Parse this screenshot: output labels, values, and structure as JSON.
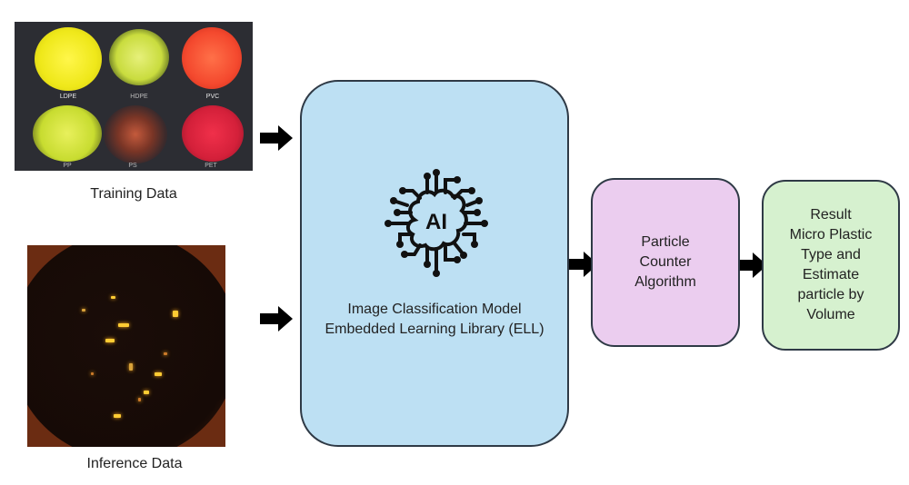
{
  "training": {
    "caption": "Training Data",
    "samples": [
      {
        "label": "LDPE",
        "color": "#f2ee1c"
      },
      {
        "label": "HDPE",
        "color": "#d9e85a"
      },
      {
        "label": "PVC",
        "color": "#ff5a3c"
      },
      {
        "label": "PP",
        "color": "#cfe53a"
      },
      {
        "label": "PS",
        "color": "#c0563a"
      },
      {
        "label": "PET",
        "color": "#e8283a"
      }
    ]
  },
  "inference": {
    "caption": "Inference Data"
  },
  "model": {
    "icon_text": "AI",
    "line1": "Image Classification Model",
    "line2": "Embedded Learning Library (ELL)",
    "color": "#bde0f3"
  },
  "counter": {
    "lines": [
      "Particle",
      "Counter",
      "Algorithm"
    ],
    "color": "#ebcdef"
  },
  "result": {
    "lines": [
      "Result",
      "Micro Plastic",
      "Type and",
      "Estimate",
      "particle by",
      "Volume"
    ],
    "color": "#d6f1cf"
  }
}
